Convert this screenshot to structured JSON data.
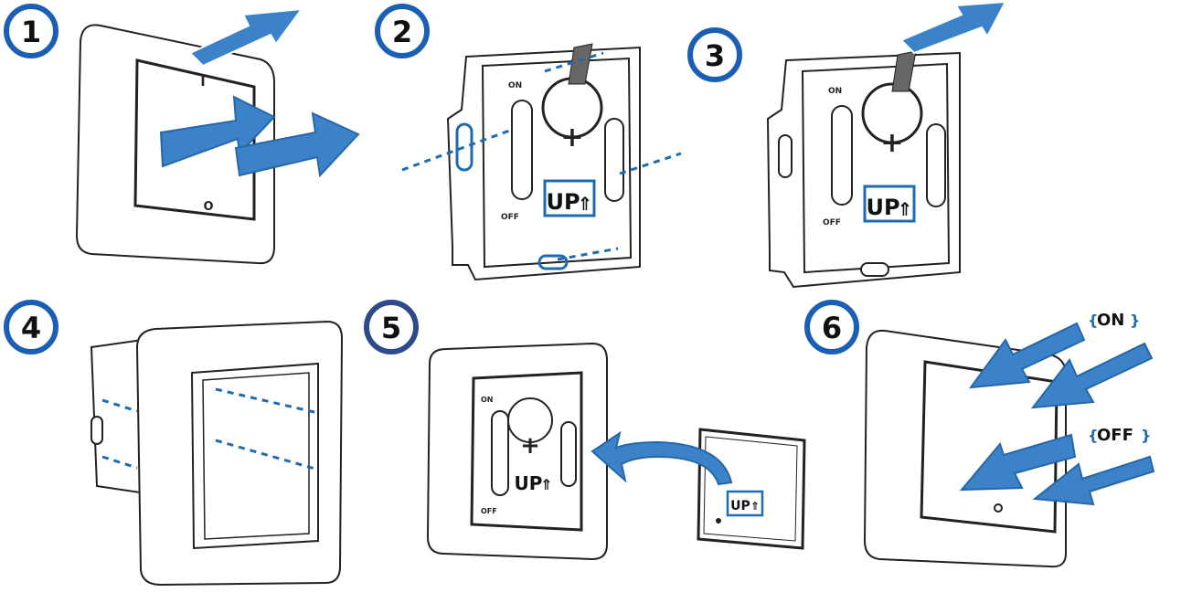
{
  "colors": {
    "badge_ring": "#1a5fb4",
    "badge_ring_dark": "#2e4a8a",
    "arrow_fill": "#3b82c8",
    "arrow_dark": "#2667a8",
    "line": "#222222",
    "dash": "#1f6bb0"
  },
  "steps": [
    {
      "number": "1"
    },
    {
      "number": "2"
    },
    {
      "number": "3"
    },
    {
      "number": "4"
    },
    {
      "number": "5"
    },
    {
      "number": "6"
    }
  ],
  "switch_marks": {
    "on_symbol": "I",
    "off_symbol": "O"
  },
  "module_labels": {
    "on": "ON",
    "off": "OFF",
    "up": "UP",
    "plus": "+"
  },
  "callouts": {
    "on": "ON",
    "off": "OFF"
  }
}
